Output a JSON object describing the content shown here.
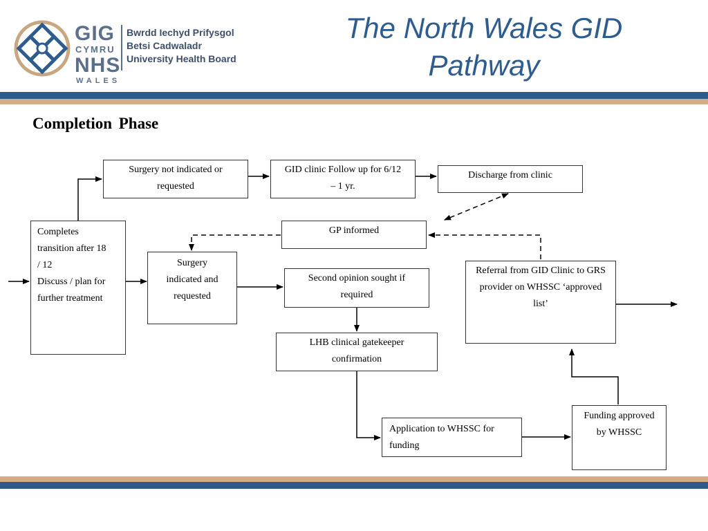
{
  "logo": {
    "icon": "celtic-knot-icon",
    "gig": "GIG",
    "cymru": "CYMRU",
    "nhs": "NHS",
    "wales": "WALES",
    "board_line1": "Bwrdd Iechyd Prifysgol",
    "board_line2": "Betsi Cadwaladr",
    "board_line3": "University Health Board"
  },
  "title": {
    "line1": "The North Wales GID",
    "line2": "Pathway"
  },
  "colors": {
    "title": "#2f5c8f",
    "band_blue": "#2e5a8c",
    "band_tan": "#d4ad86"
  },
  "phase": "Completion  Phase",
  "boxes": {
    "completes": "Completes\ntransition after 18\n/ 12\nDiscuss / plan for\nfurther treatment",
    "surgery_not": "Surgery not indicated or\nrequested",
    "gid_followup": "GID clinic Follow up for 6/12\n– 1 yr.",
    "discharge": "Discharge from clinic",
    "gp_informed": "GP informed",
    "surgery_indicated": "Surgery\nindicated and\nrequested",
    "second_opinion": "Second opinion sought if\nrequired",
    "referral": "Referral from GID Clinic to GRS\nprovider on WHSSC ‘approved\nlist’",
    "lhb": "LHB clinical gatekeeper\nconfirmation",
    "application": "Application to WHSSC for\nfunding",
    "funding": "Funding approved\nby WHSSC"
  }
}
